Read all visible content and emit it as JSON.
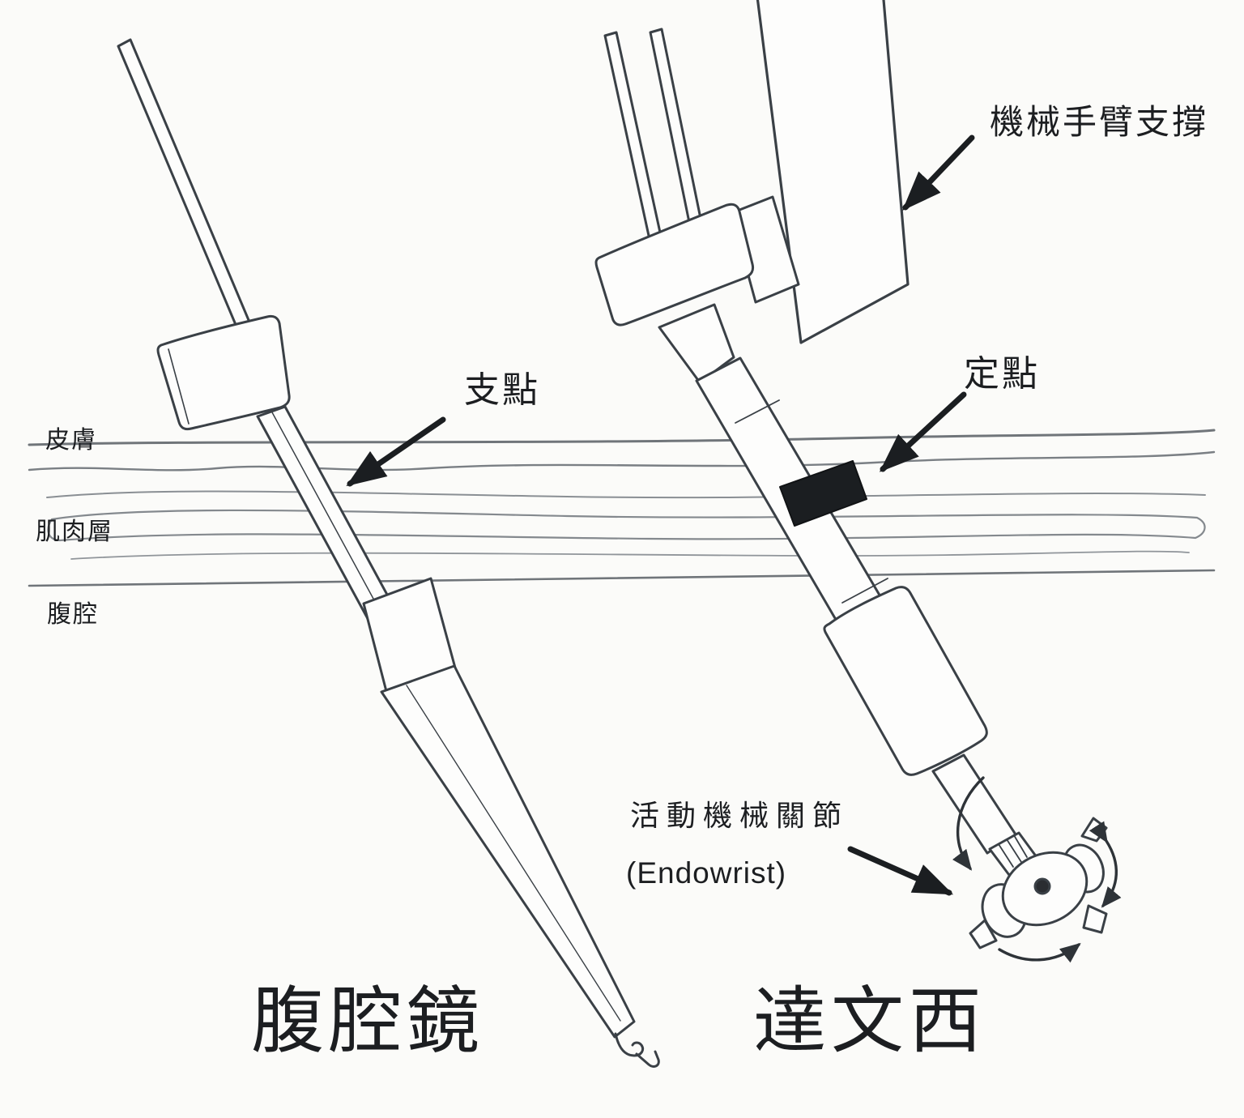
{
  "diagram": {
    "tissue": {
      "skin": "皮膚",
      "muscle": "肌肉層",
      "cavity": "腹腔"
    },
    "callouts": {
      "arm_support": "機械手臂支撐",
      "fulcrum": "支點",
      "fixed_point": "定點",
      "endowrist_zh": "活動機械關節",
      "endowrist_en": "(Endowrist)"
    },
    "titles": {
      "laparoscope": "腹腔鏡",
      "davinci": "達文西"
    },
    "colors": {
      "ink": "#2e3338",
      "tissue_line": "#7a7f84",
      "fixed_point_band": "#1b1e21",
      "paper": "#fbfbf9"
    }
  }
}
